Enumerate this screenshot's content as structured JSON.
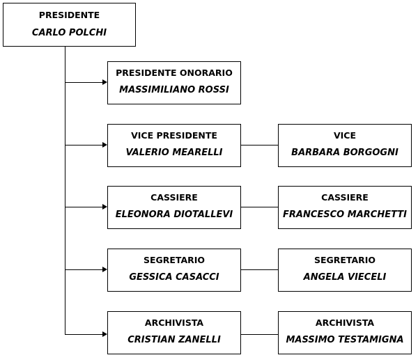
{
  "president": {
    "role": "PRESIDENTE",
    "name": "CARLO POLCHI"
  },
  "members": [
    {
      "role": "PRESIDENTE ONORARIO",
      "name": "MASSIMILIANO ROSSI"
    },
    {
      "role": "VICE PRESIDENTE",
      "name": "VALERIO MEARELLI"
    },
    {
      "role": "CASSIERE",
      "name": "ELEONORA DIOTALLEVI"
    },
    {
      "role": "SEGRETARIO",
      "name": "GESSICA CASACCI"
    },
    {
      "role": "ARCHIVISTA",
      "name": "CRISTIAN ZANELLI"
    }
  ],
  "deputies": [
    {
      "role": "VICE",
      "name": "BARBARA BORGOGNI"
    },
    {
      "role": "CASSIERE",
      "name": "FRANCESCO MARCHETTI"
    },
    {
      "role": "SEGRETARIO",
      "name": "ANGELA VIECELI"
    },
    {
      "role": "ARCHIVISTA",
      "name": "MASSIMO TESTAMIGNA"
    }
  ]
}
